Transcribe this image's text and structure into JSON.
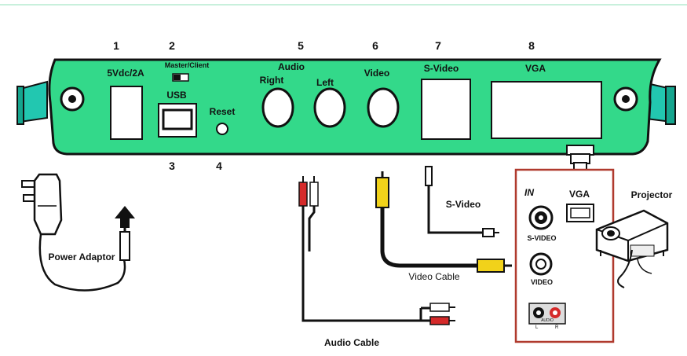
{
  "panel": {
    "numbers": [
      "1",
      "2",
      "3",
      "4",
      "5",
      "6",
      "7",
      "8"
    ],
    "labels": {
      "power": "5Vdc/2A",
      "master_client": "Master/Client",
      "usb": "USB",
      "reset": "Reset",
      "audio": "Audio",
      "right": "Right",
      "left": "Left",
      "video": "Video",
      "svideo": "S-Video",
      "vga": "VGA"
    }
  },
  "accessories": {
    "power_adaptor": "Power Adaptor",
    "svideo_cable": "S-Video",
    "video_cable": "Video Cable",
    "audio_cable": "Audio Cable"
  },
  "projector_box": {
    "in_label": "IN",
    "vga_label": "VGA",
    "svideo_label": "S-VIDEO",
    "video_label": "VIDEO",
    "audio_small": "AUDIO",
    "audio_l": "L",
    "audio_r": "R",
    "projector_label": "Projector"
  },
  "colors": {
    "panel_green": "#33d98a",
    "side_teal": "#22c7b0",
    "box_border": "#b03a2e",
    "rca_yellow": "#f1d21a",
    "rca_red": "#d52a2a"
  }
}
